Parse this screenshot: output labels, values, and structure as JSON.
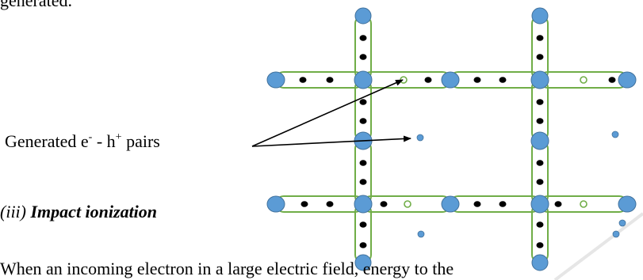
{
  "fragments": {
    "top": "generated.",
    "body": "When an incoming electron in a large electric field, energy to the"
  },
  "label": {
    "main": "Generated e",
    "e_sup": "-",
    "dash": " - h",
    "h_sup": "+",
    "tail": " pairs"
  },
  "heading": {
    "number": "(iii) ",
    "title": "Impact ionization"
  },
  "colors": {
    "atom": "#5b9bd5",
    "atom_stroke": "#41719c",
    "bond": "#70ad47",
    "electron": "#000000",
    "hole": "#70ad47",
    "arrow": "#000000",
    "watermark": "#e0e0e0"
  }
}
